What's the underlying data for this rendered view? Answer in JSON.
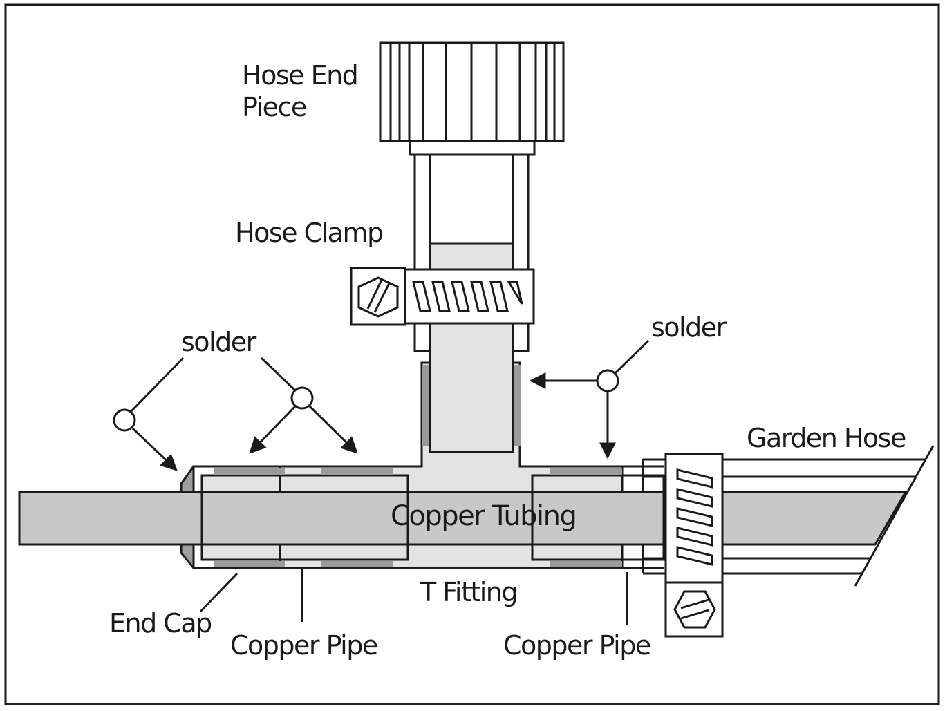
{
  "labels": {
    "hose_end_piece_line1": "Hose End",
    "hose_end_piece_line2": "Piece",
    "hose_clamp": "Hose Clamp",
    "solder_left": "solder",
    "solder_right": "solder",
    "garden_hose": "Garden Hose",
    "copper_tubing": "Copper Tubing",
    "t_fitting": "T Fitting",
    "end_cap": "End Cap",
    "copper_pipe_left": "Copper Pipe",
    "copper_pipe_right": "Copper Pipe"
  },
  "colors": {
    "stroke": "#1a1a1a",
    "tubing_fill": "#c8c8c8",
    "fitting_fill": "#e3e3e3",
    "solder": "#9a9a9a",
    "background": "#ffffff"
  }
}
